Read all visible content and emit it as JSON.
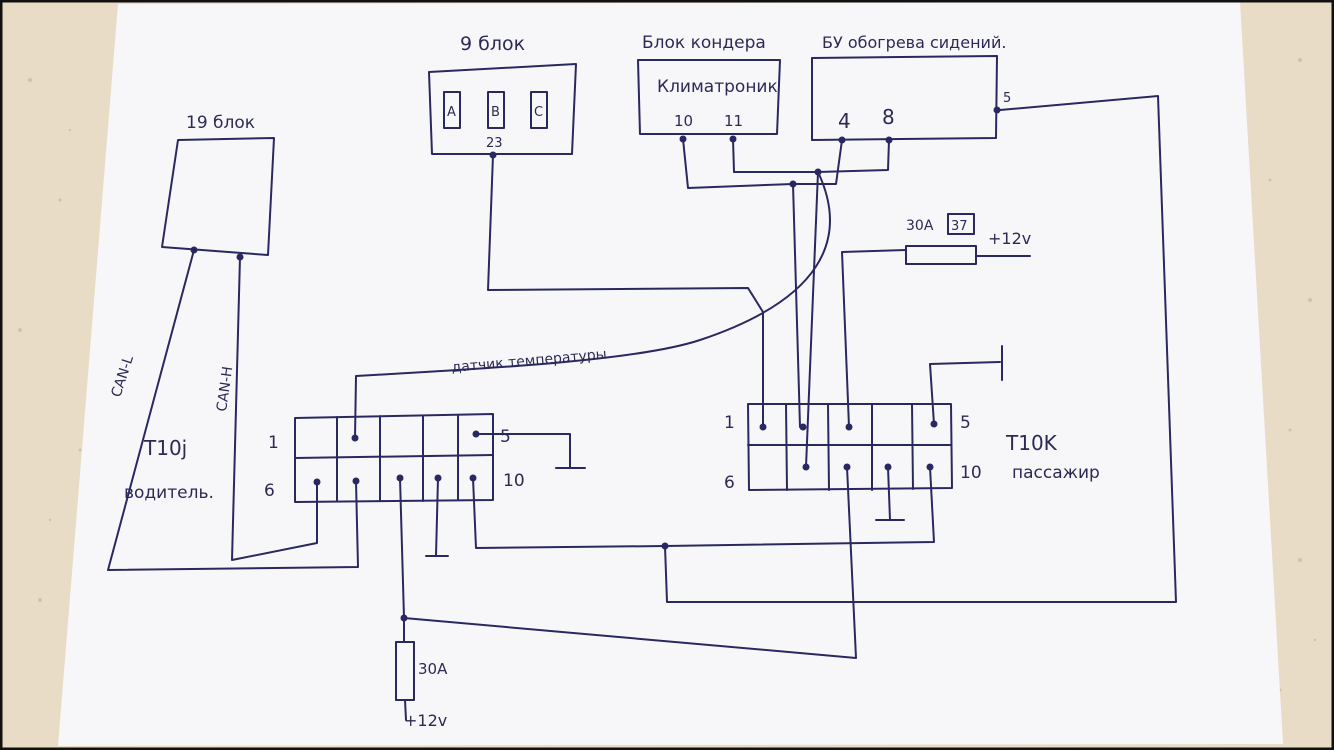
{
  "blocks": {
    "block19": {
      "title": "19 блок"
    },
    "block9": {
      "title": "9 блок",
      "pins": [
        "A",
        "B",
        "C"
      ],
      "pin_number": "23"
    },
    "klima": {
      "title": "Блок кондера",
      "subtitle": "Климатроник",
      "pin_a": "10",
      "pin_b": "11"
    },
    "heater": {
      "title": "БУ обогрева сидений.",
      "pin_a": "4",
      "pin_b": "8",
      "pin_c": "5"
    }
  },
  "wires": {
    "can_low": "CAN-L",
    "can_high": "CAN-H",
    "temp_sensor": "датчик температуры"
  },
  "connectors": {
    "t10j": {
      "name": "T10j",
      "role": "водитель.",
      "pin1": "1",
      "pin5": "5",
      "pin6": "6",
      "pin10": "10"
    },
    "t10k": {
      "name": "T10K",
      "role": "пассажир",
      "pin1": "1",
      "pin5": "5",
      "pin6": "6",
      "pin10": "10"
    }
  },
  "fuses": {
    "top": {
      "rating": "30А",
      "number": "37",
      "supply": "+12v"
    },
    "bottom": {
      "rating": "30А",
      "supply": "+12v"
    }
  },
  "colors": {
    "ink": "#2a2860",
    "paper": "#f7f7fa",
    "counter": "#e9dcc6"
  }
}
